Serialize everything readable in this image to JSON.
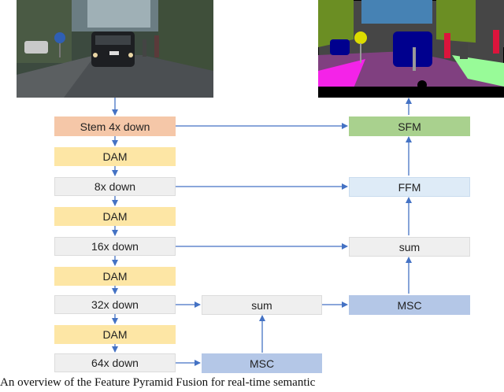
{
  "diagram": {
    "stem_label": "Stem 4x down",
    "dam_label": "DAM",
    "down8_label": "8x down",
    "down16_label": "16x down",
    "down32_label": "32x down",
    "down64_label": "64x down",
    "sfm_label": "SFM",
    "ffm_label": "FFM",
    "sum_label": "sum",
    "msc_label": "MSC"
  },
  "caption": "An overview of the Feature Pyramid Fusion for real-time semantic",
  "colors": {
    "arrow": "#4472c4",
    "stem": "#f5c7a8",
    "dam": "#fde6a5",
    "sfm": "#a9d18e",
    "ffm": "#deebf7",
    "msc": "#b4c7e7"
  }
}
